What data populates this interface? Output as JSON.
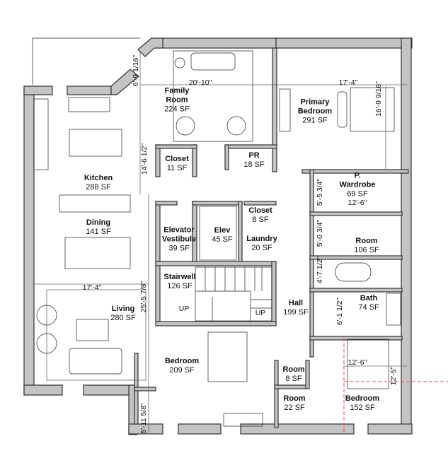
{
  "rooms": {
    "family": {
      "name1": "Family",
      "name2": "Room",
      "area": "224 SF"
    },
    "primary": {
      "name1": "Primary",
      "name2": "Bedroom",
      "area": "291 SF"
    },
    "closet11": {
      "name": "Closet",
      "area": "11 SF"
    },
    "pr": {
      "name": "PR",
      "area": "18 SF"
    },
    "wardrobe": {
      "name1": "P.",
      "name2": "Wardrobe",
      "area": "69 SF"
    },
    "kitchen": {
      "name": "Kitchen",
      "area": "288 SF"
    },
    "closet8": {
      "name": "Closet",
      "area": "8 SF"
    },
    "vestibule": {
      "name1": "Elevator",
      "name2": "Vestibule",
      "area": "39 SF"
    },
    "elev": {
      "name": "Elev",
      "area": "45 SF"
    },
    "laundry": {
      "name": "Laundry",
      "area": "20 SF"
    },
    "dining": {
      "name": "Dining",
      "area": "141 SF"
    },
    "room106": {
      "name": "Room",
      "area": "106 SF"
    },
    "stairwell": {
      "name": "Stairwell",
      "area": "126 SF"
    },
    "living": {
      "name": "Living",
      "area": "280 SF"
    },
    "hall": {
      "name": "Hall",
      "area": "199 SF"
    },
    "bath": {
      "name": "Bath",
      "area": "74 SF"
    },
    "bedroom209": {
      "name": "Bedroom",
      "area": "209 SF"
    },
    "room8": {
      "name": "Room",
      "area": "8 SF"
    },
    "room22": {
      "name": "Room",
      "area": "22 SF"
    },
    "bedroom152": {
      "name": "Bedroom",
      "area": "152 SF"
    }
  },
  "stairs": {
    "up1": "UP",
    "up2": "UP"
  },
  "dimensions": {
    "family_width": "20'-10\"",
    "primary_width": "17'-4\"",
    "primary_depth": "16'-9 9/16\"",
    "wardrobe_width": "12'-6\"",
    "wardrobe_depth": "5'-5 3/4\"",
    "kitchen_depth": "14'-6 1/2\"",
    "entry_depth": "6'-9 1/16\"",
    "room106_a": "5'-0 3/4\"",
    "room106_b": "4'-7 1/2\"",
    "living_width": "17'-4\"",
    "living_depth": "25'-5 7/8\"",
    "bath_depth": "6'-1 1/2\"",
    "bed152_width": "12'-6\"",
    "bed152_depth": "12'-5\"",
    "bottom_depth": "5'-11 5/8\""
  },
  "colors": {
    "wall": "#c4c4c4",
    "section_line": "#ff4040"
  }
}
